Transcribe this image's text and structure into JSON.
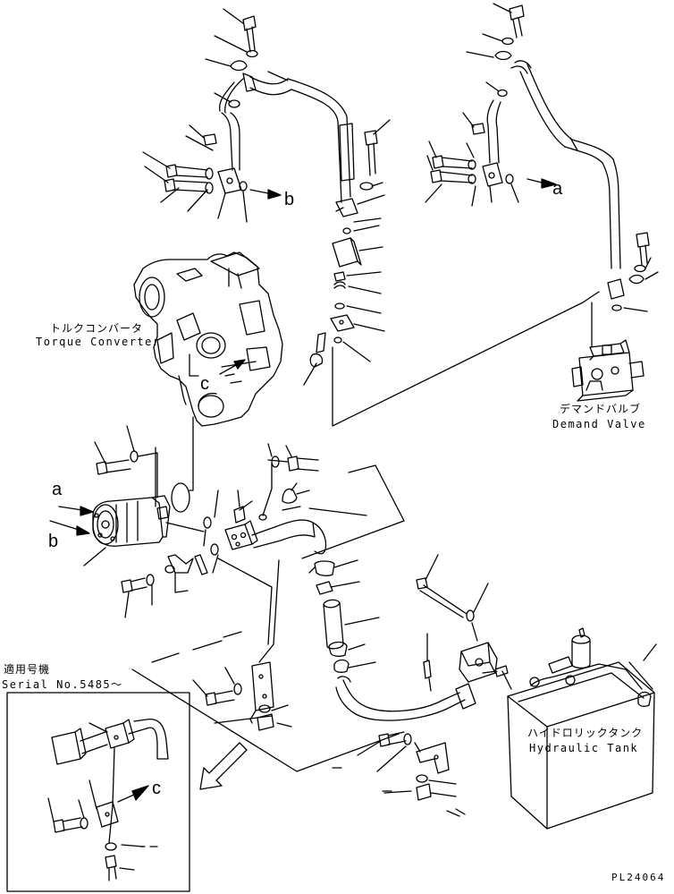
{
  "labels": {
    "torque_converter_jp": "トルクコンバータ",
    "torque_converter_en": "Torque Converter",
    "demand_valve_jp": "デマンドバルブ",
    "demand_valve_en": "Demand Valve",
    "hydraulic_tank_jp": "ハイドロリックタンク",
    "hydraulic_tank_en": "Hydraulic Tank",
    "serial_jp": "適用号機",
    "serial_en": "Serial No.5485～"
  },
  "refs": {
    "a_pump": "a",
    "b_pump": "b",
    "a_valve": "a",
    "b_flange": "b",
    "c_converter": "c",
    "c_inset": "c"
  },
  "drawing_code": "PL24064",
  "colors": {
    "line": "#000000",
    "background": "#ffffff"
  }
}
